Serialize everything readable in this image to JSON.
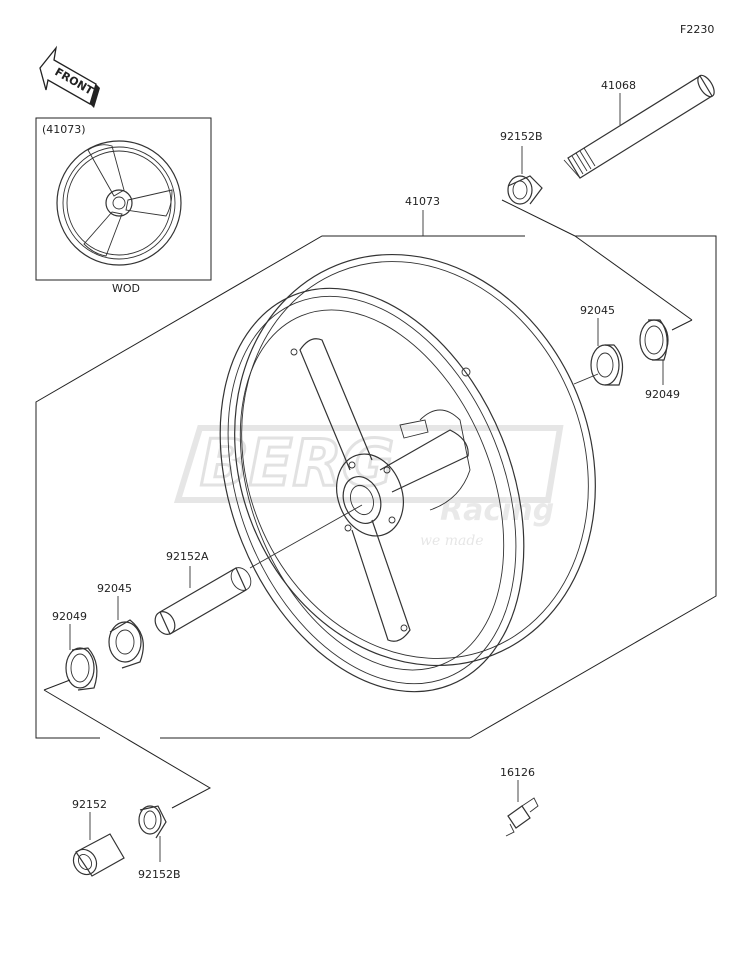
{
  "diagram": {
    "figure_code": "F2230",
    "front_arrow_label": "FRONT",
    "inset": {
      "ref_label": "(41073)",
      "caption": "WOD"
    },
    "watermark": {
      "logo_text": "BERG",
      "sub_text": "Racing",
      "tagline": "we made"
    },
    "callouts": {
      "axle": "41068",
      "collar_right": "92152B",
      "wheel": "41073",
      "bearing_right": "92045",
      "seal_right": "92049",
      "spacer": "92152A",
      "bearing_left": "92045",
      "seal_left": "92049",
      "collar_lower": "92152",
      "collar_lower_b": "92152B",
      "valve": "16126"
    }
  }
}
